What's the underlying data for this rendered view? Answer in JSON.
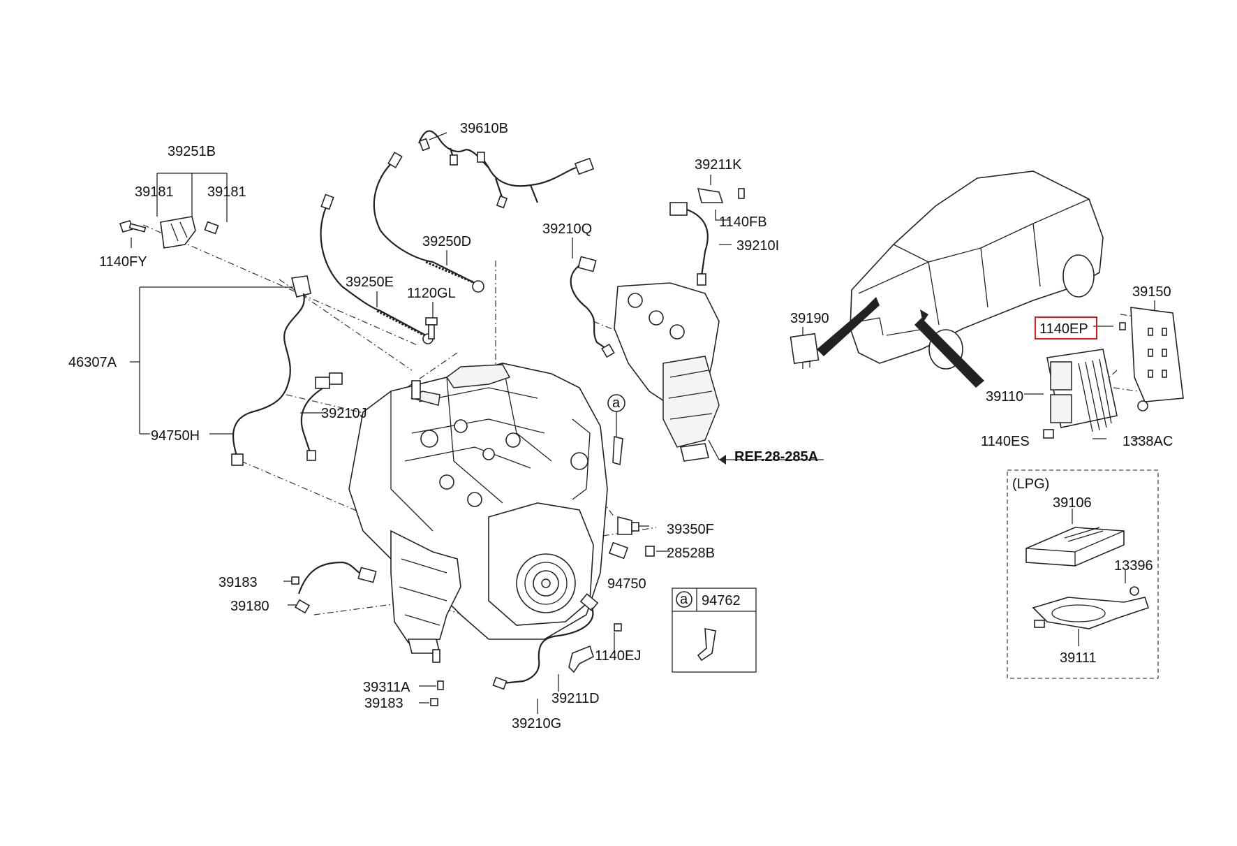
{
  "labels": {
    "l39610B": "39610B",
    "l39251B": "39251B",
    "l39181a": "39181",
    "l39181b": "39181",
    "l1140FY": "1140FY",
    "l39250D": "39250D",
    "l39250E": "39250E",
    "l1120GL": "1120GL",
    "l46307A": "46307A",
    "l39210J": "39210J",
    "l94750H": "94750H",
    "l39211K": "39211K",
    "l1140FB": "1140FB",
    "l39210I": "39210I",
    "l39210Q": "39210Q",
    "lREF": "REF.28-285A",
    "la": "a",
    "l39350F": "39350F",
    "l28528B": "28528B",
    "l94750": "94750",
    "l39183a": "39183",
    "l39180": "39180",
    "l1140EJ": "1140EJ",
    "l39211D": "39211D",
    "l39311A": "39311A",
    "l39183b": "39183",
    "l39210G": "39210G",
    "la2": "a",
    "l94762": "94762",
    "l39190": "39190",
    "l39150": "39150",
    "l1140EP": "1140EP",
    "l39110": "39110",
    "l1140ES": "1140ES",
    "l1338AC": "1338AC",
    "lLPG": "(LPG)",
    "l39106": "39106",
    "l13396": "13396",
    "l39111": "39111"
  },
  "highlight_color": "#e0191b",
  "line_color": "#222222"
}
